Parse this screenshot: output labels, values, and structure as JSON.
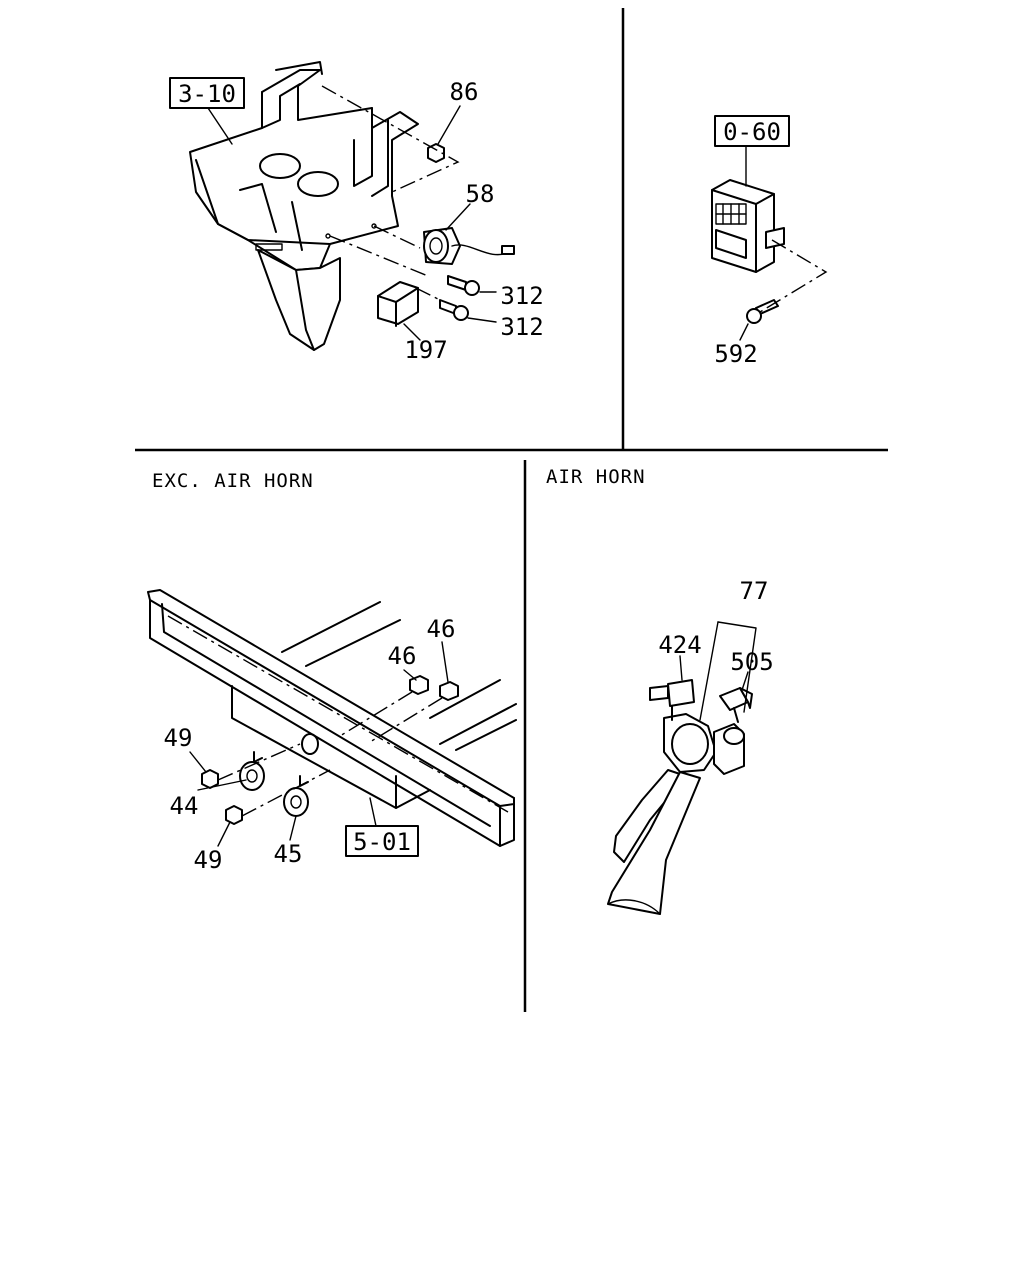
{
  "panels": {
    "bottom_left": {
      "caption": "EXC. AIR HORN"
    },
    "bottom_right": {
      "caption": "AIR HORN"
    }
  },
  "refs": {
    "r310": "3-10",
    "r060": "0-60",
    "r501": "5-01"
  },
  "parts": {
    "p86": "86",
    "p58": "58",
    "p312a": "312",
    "p312b": "312",
    "p197": "197",
    "p592": "592",
    "p46a": "46",
    "p46b": "46",
    "p49a": "49",
    "p44": "44",
    "p49b": "49",
    "p45": "45",
    "p77": "77",
    "p424": "424",
    "p505": "505"
  }
}
